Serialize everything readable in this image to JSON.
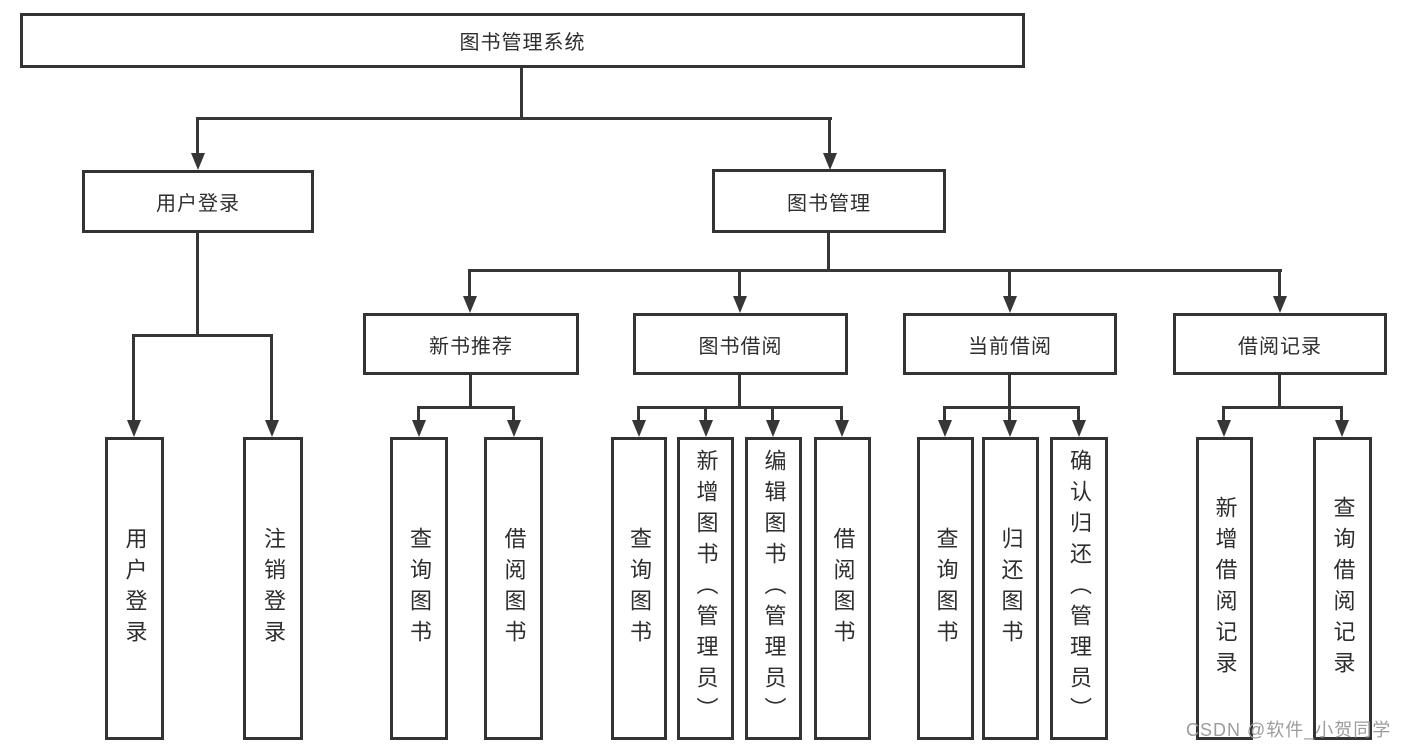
{
  "diagram": {
    "root": "图书管理系统",
    "level2": [
      "用户登录",
      "图书管理"
    ],
    "level3": [
      "新书推荐",
      "图书借阅",
      "当前借阅",
      "借阅记录"
    ],
    "level4": [
      "用户登录",
      "注销登录",
      "查询图书",
      "借阅图书",
      "查询图书",
      "新增图书（管理员）",
      "编辑图书（管理员）",
      "借阅图书",
      "查询图书",
      "归还图书",
      "确认归还（管理员）",
      "新增借阅记录",
      "查询借阅记录"
    ]
  },
  "watermark": {
    "text": "CSDN @软件_小贺同学"
  },
  "colors": {
    "line": "#363636",
    "box_border": "#333333",
    "text": "#2e2e2e",
    "watermark": "#9c9c9c",
    "background": "#ffffff"
  }
}
